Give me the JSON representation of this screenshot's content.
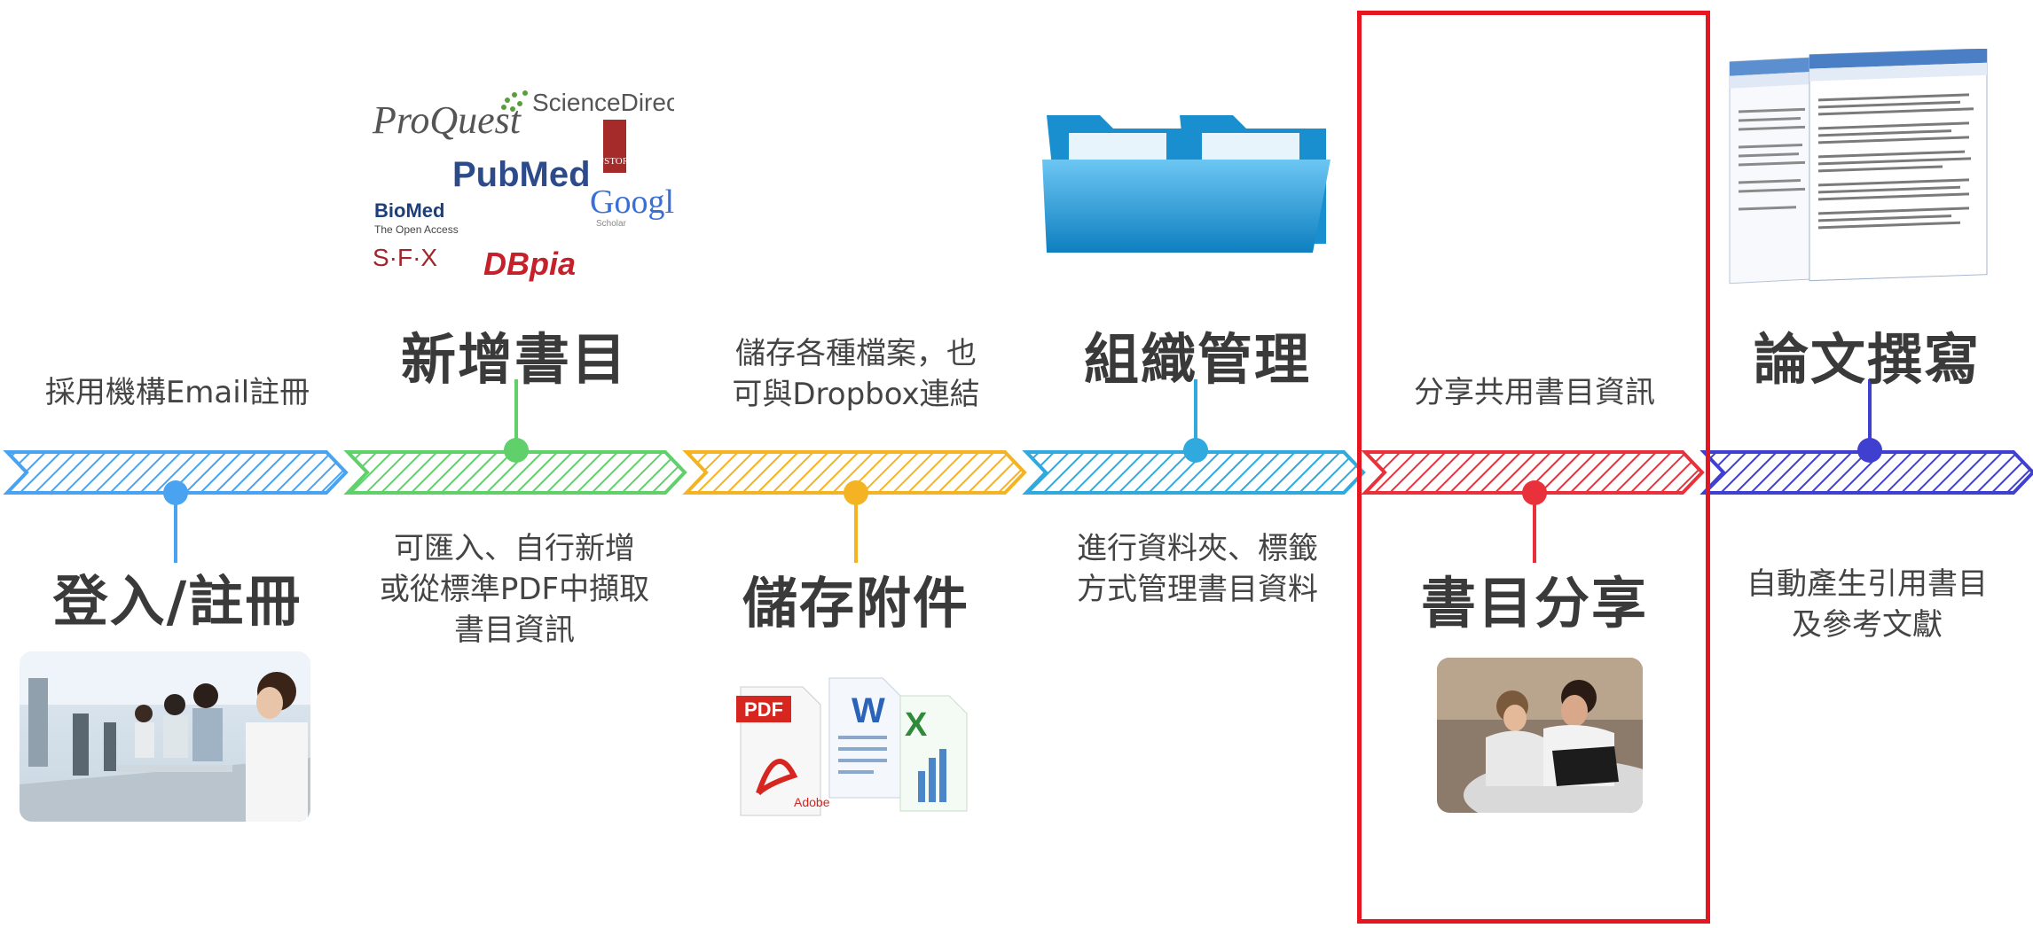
{
  "steps": [
    {
      "title": "登入/註冊",
      "desc": [
        "採用機構Email註冊"
      ],
      "color": "#4aa3f0"
    },
    {
      "title": "新增書目",
      "desc": [
        "可匯入、自行新增",
        "或從標準PDF中擷取",
        "書目資訊"
      ],
      "color": "#5fd06a"
    },
    {
      "title": "儲存附件",
      "desc": [
        "儲存各種檔案，也",
        "可與Dropbox連結"
      ],
      "color": "#f4b322"
    },
    {
      "title": "組織管理",
      "desc": [
        "進行資料夾、標籤",
        "方式管理書目資料"
      ],
      "color": "#2fa9de"
    },
    {
      "title": "書目分享",
      "desc": [
        "分享共用書目資訊"
      ],
      "color": "#e8313a"
    },
    {
      "title": "論文撰寫",
      "desc": [
        "自動產生引用書目",
        "及參考文獻"
      ],
      "color": "#4040d0"
    }
  ],
  "logos": {
    "proquest": "ProQuest",
    "sciencedirect": "ScienceDirect",
    "pubmed": "PubMed",
    "biomed": "BioMed",
    "biomed_sub": "The Open Access",
    "jstor": "JSTOR",
    "google": "Google",
    "google_sub": "Scholar",
    "sfx": "S·F·X",
    "dbpia": "DBpia"
  },
  "file_icons": {
    "pdf": "PDF",
    "pdf_sub": "Adobe",
    "word": "W",
    "excel": "X"
  },
  "highlight_color": "#e5161f"
}
